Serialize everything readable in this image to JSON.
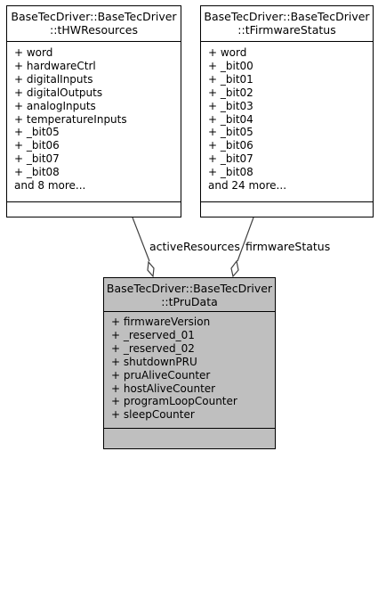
{
  "classes": {
    "hw": {
      "title_line1": "BaseTecDriver::BaseTecDriver",
      "title_line2": "::tHWResources",
      "attributes": [
        "+ word",
        "+ hardwareCtrl",
        "+ digitalInputs",
        "+ digitalOutputs",
        "+ analogInputs",
        "+ temperatureInputs",
        "+ _bit05",
        "+ _bit06",
        "+ _bit07",
        "+ _bit08",
        "and 8 more..."
      ]
    },
    "fw": {
      "title_line1": "BaseTecDriver::BaseTecDriver",
      "title_line2": "::tFirmwareStatus",
      "attributes": [
        "+ word",
        "+ _bit00",
        "+ _bit01",
        "+ _bit02",
        "+ _bit03",
        "+ _bit04",
        "+ _bit05",
        "+ _bit06",
        "+ _bit07",
        "+ _bit08",
        "and 24 more..."
      ]
    },
    "pru": {
      "title_line1": "BaseTecDriver::BaseTecDriver",
      "title_line2": "::tPruData",
      "attributes": [
        "+ firmwareVersion",
        "+ _reserved_01",
        "+ _reserved_02",
        "+ shutdownPRU",
        "+ pruAliveCounter",
        "+ hostAliveCounter",
        "+ programLoopCounter",
        "+ sleepCounter"
      ]
    }
  },
  "edges": {
    "active_resources": "activeResources",
    "firmware_status": "firmwareStatus"
  },
  "colors": {
    "highlight_fill": "#bfbfbf",
    "line": "#404040"
  }
}
